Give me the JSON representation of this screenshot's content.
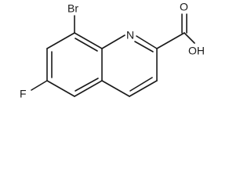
{
  "molecule": {
    "atoms": {
      "bromine": "Br",
      "nitrogen": "N",
      "oxygen": "O",
      "hydroxyl": "OH",
      "fluorine": "F"
    }
  },
  "colors": {
    "bond": "#1a1a1a",
    "background": "#ffffff"
  }
}
